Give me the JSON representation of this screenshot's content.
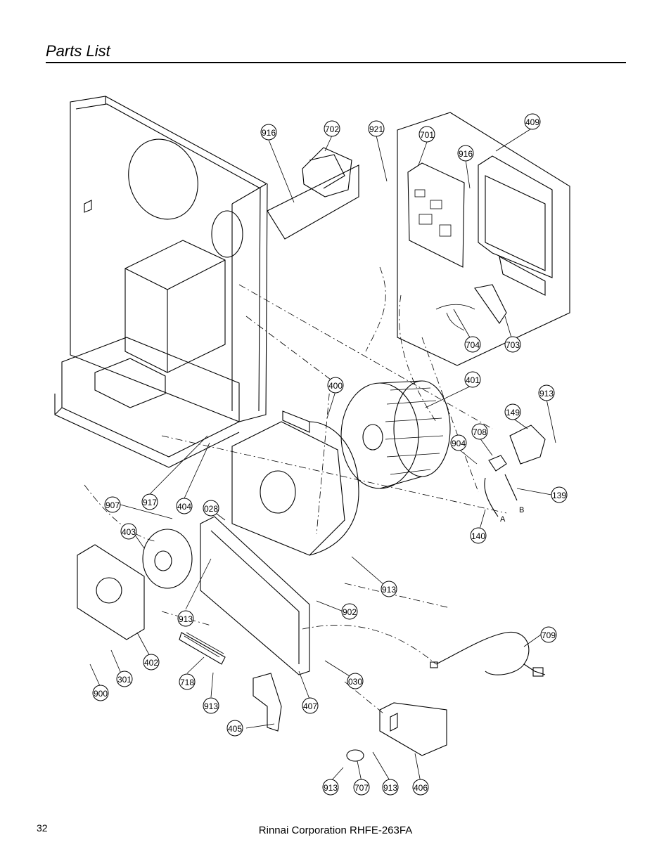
{
  "header": {
    "title": "Parts List"
  },
  "footer": {
    "page_number": "32",
    "text": "Rinnai Corporation RHFE-263FA"
  },
  "parts": [
    "916",
    "702",
    "921",
    "701",
    "916",
    "409",
    "704",
    "703",
    "400",
    "401",
    "913",
    "149",
    "904",
    "708",
    "139",
    "140",
    "907",
    "917",
    "404",
    "028",
    "403",
    "913",
    "902",
    "913",
    "709",
    "402",
    "301",
    "900",
    "718",
    "913",
    "407",
    "030",
    "405",
    "406",
    "913",
    "707",
    "913"
  ],
  "wire_labels": {
    "a": "A",
    "b": "B"
  }
}
